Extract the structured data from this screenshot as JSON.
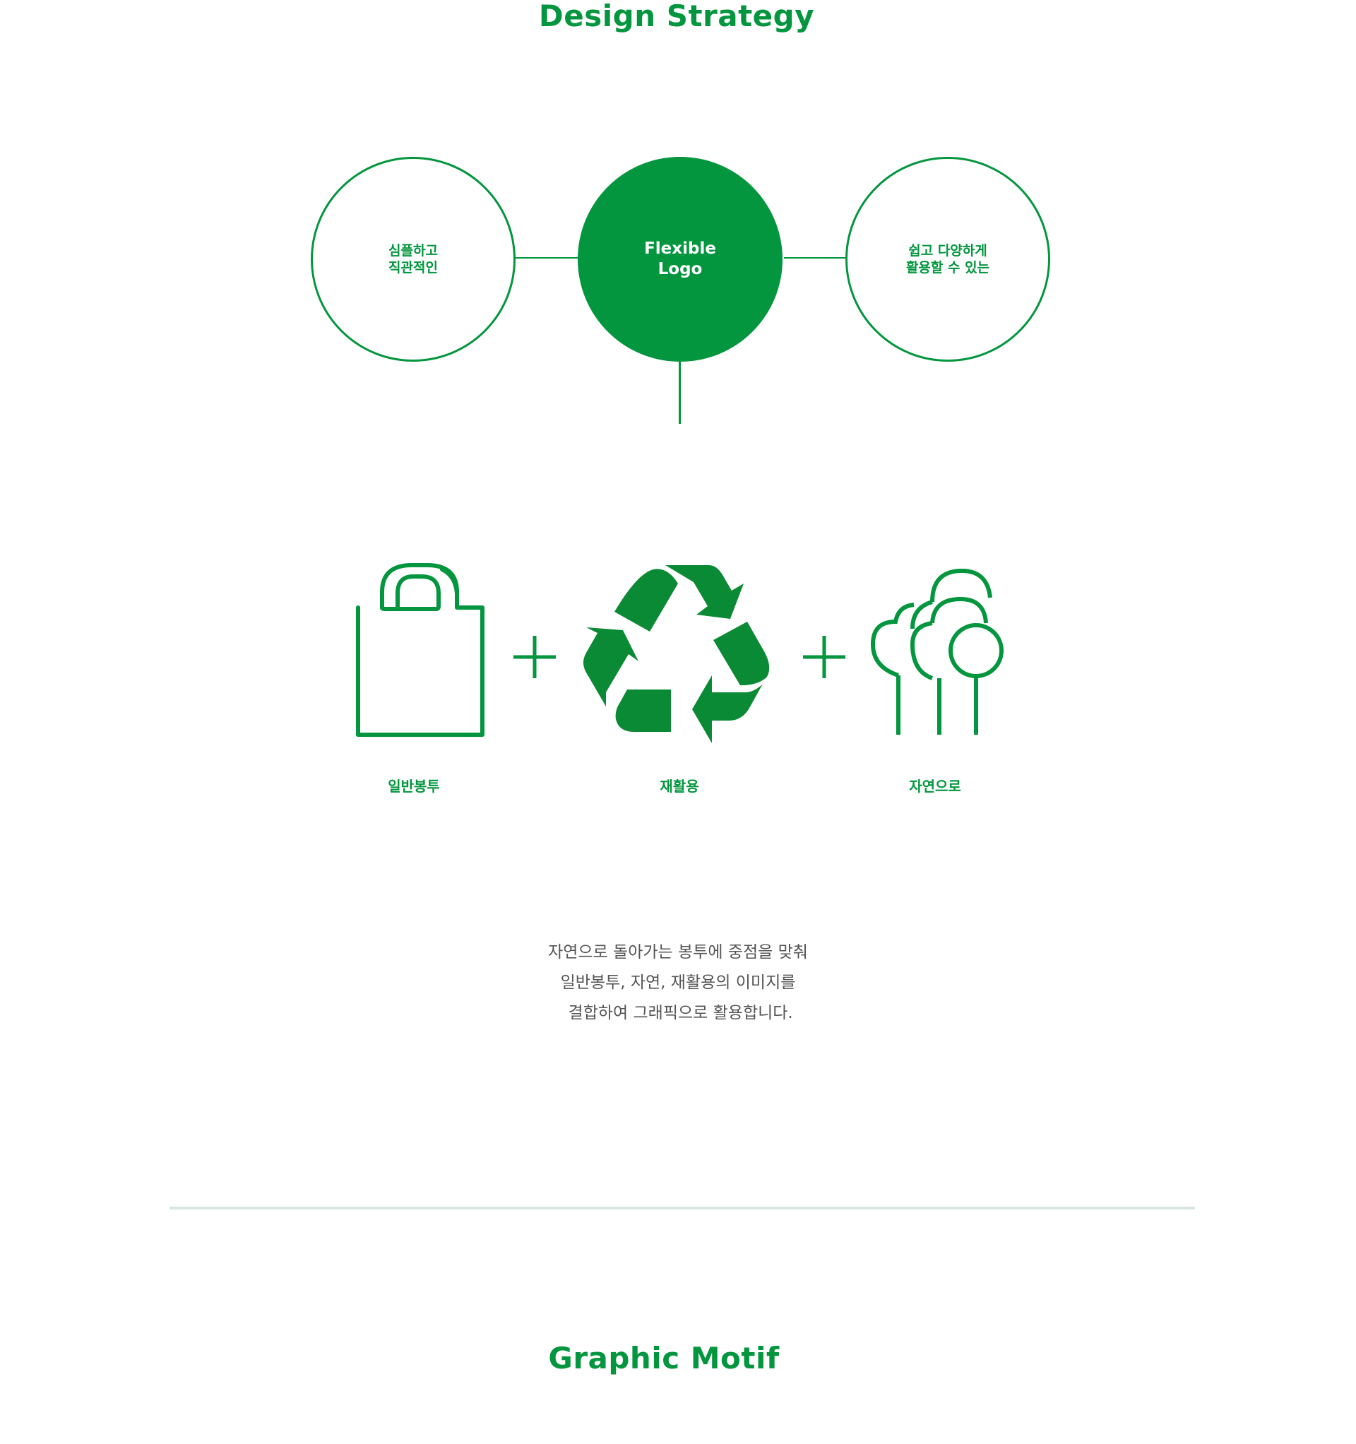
{
  "sections": {
    "strategy_title": "Design Strategy",
    "motif_title": "Graphic Motif"
  },
  "diagram": {
    "left_circle": "심플하고\n직관적인",
    "center_circle": "Flexible\nLogo",
    "right_circle": "쉽고 다양하게\n활용할 수 있는"
  },
  "icons": {
    "bag": {
      "icon": "shopping-bag-icon",
      "label": "일반봉투"
    },
    "recycle": {
      "icon": "recycle-icon",
      "label": "재활용"
    },
    "trees": {
      "icon": "trees-icon",
      "label": "자연으로"
    }
  },
  "description": {
    "lines": [
      "자연으로 돌아가는 봉투에 중점을 맞춰",
      "일반봉투, 자연, 재활용의 이미지를",
      " 결합하여 그래픽으로 활용합니다."
    ]
  },
  "colors": {
    "accent": "#03963e",
    "recycle": "#0a8a34",
    "description_text": "#555555",
    "divider": "#d6e7df"
  }
}
